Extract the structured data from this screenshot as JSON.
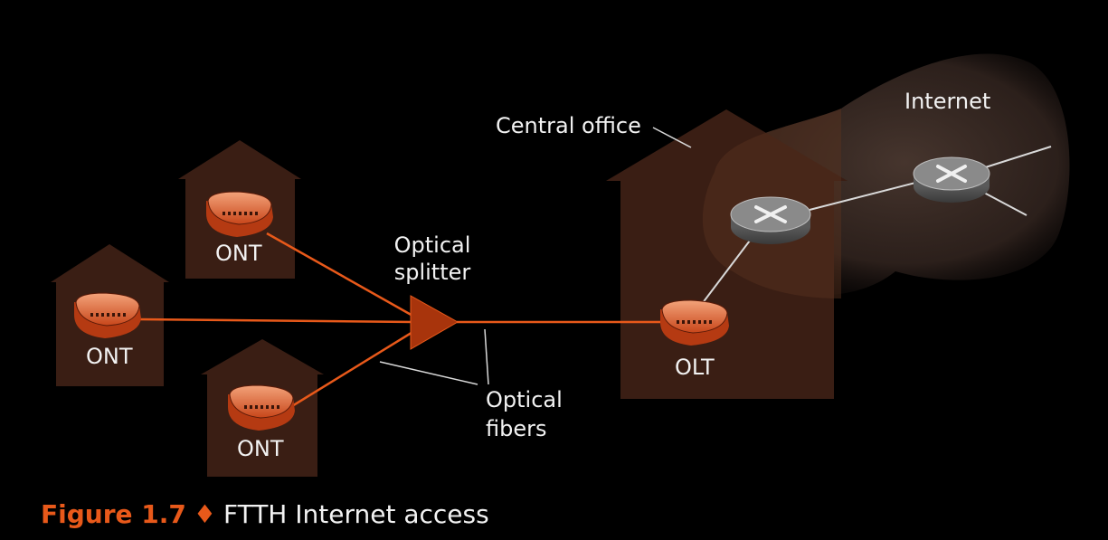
{
  "diagram": {
    "title": "FTTH Internet access",
    "labels": {
      "internet": "Internet",
      "central_office": "Central office",
      "optical_splitter_line1": "Optical",
      "optical_splitter_line2": "splitter",
      "optical_fibers_line1": "Optical",
      "optical_fibers_line2": "fibers",
      "olt": "OLT",
      "ont_top": "ONT",
      "ont_left": "ONT",
      "ont_bottom": "ONT"
    },
    "caption": {
      "figure_number": "Figure 1.7",
      "separator": "♦",
      "text": "FTTH Internet access"
    }
  },
  "colors": {
    "background": "#000000",
    "house": "#3a1e14",
    "fiber": "#e8591a",
    "splitter": "#a8340c",
    "cloud": "#3a2a24",
    "router": "#4a4a4a",
    "link": "#d9d9d9",
    "accent": "#e8591a"
  },
  "icons": [
    "ont-modem-icon",
    "olt-device-icon",
    "router-icon",
    "splitter-triangle-icon",
    "house-icon",
    "internet-cloud-icon"
  ]
}
